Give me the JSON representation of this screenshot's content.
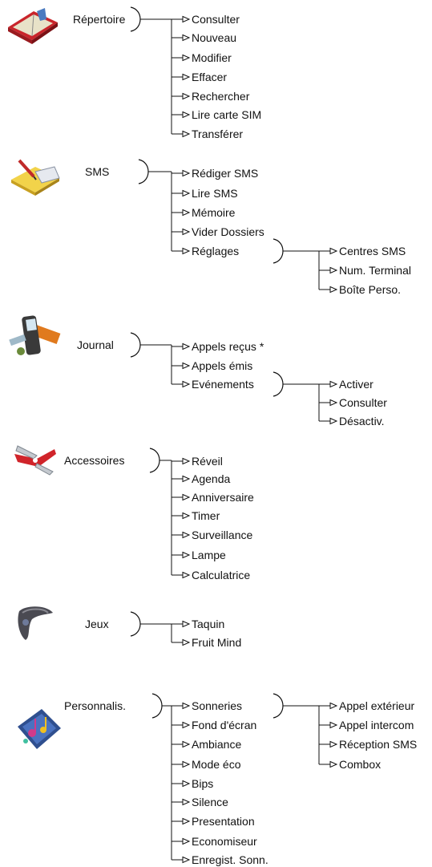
{
  "groups": [
    {
      "label": "Répertoire",
      "icon": "address-book-icon",
      "items": [
        {
          "label": "Consulter"
        },
        {
          "label": "Nouveau"
        },
        {
          "label": "Modifier"
        },
        {
          "label": "Effacer"
        },
        {
          "label": "Rechercher"
        },
        {
          "label": "Lire carte SIM"
        },
        {
          "label": "Transférer"
        }
      ]
    },
    {
      "label": "SMS",
      "icon": "envelope-pen-icon",
      "items": [
        {
          "label": "Rédiger SMS"
        },
        {
          "label": "Lire SMS"
        },
        {
          "label": "Mémoire"
        },
        {
          "label": "Vider Dossiers"
        },
        {
          "label": "Réglages",
          "children": [
            "Centres SMS",
            "Num. Terminal",
            "Boîte Perso."
          ]
        }
      ]
    },
    {
      "label": "Journal",
      "icon": "mobile-phone-icon",
      "items": [
        {
          "label": "Appels reçus *"
        },
        {
          "label": "Appels émis"
        },
        {
          "label": "Evénements",
          "children": [
            "Activer",
            "Consulter",
            "Désactiv."
          ]
        }
      ]
    },
    {
      "label": "Accessoires",
      "icon": "swiss-knife-icon",
      "items": [
        {
          "label": "Réveil"
        },
        {
          "label": "Agenda"
        },
        {
          "label": "Anniversaire"
        },
        {
          "label": "Timer"
        },
        {
          "label": "Surveillance"
        },
        {
          "label": "Lampe"
        },
        {
          "label": "Calculatrice"
        }
      ]
    },
    {
      "label": "Jeux",
      "icon": "gamepad-icon",
      "items": [
        {
          "label": "Taquin"
        },
        {
          "label": "Fruit Mind"
        }
      ]
    },
    {
      "label": "Personnalis.",
      "icon": "music-notes-icon",
      "items": [
        {
          "label": "Sonneries",
          "children": [
            "Appel extérieur",
            "Appel intercom",
            "Réception SMS",
            "Combox"
          ]
        },
        {
          "label": "Fond d'écran"
        },
        {
          "label": "Ambiance"
        },
        {
          "label": "Mode éco"
        },
        {
          "label": "Bips"
        },
        {
          "label": "Silence"
        },
        {
          "label": "Presentation"
        },
        {
          "label": "Economiseur"
        },
        {
          "label": "Enregist. Sonn."
        }
      ]
    }
  ]
}
